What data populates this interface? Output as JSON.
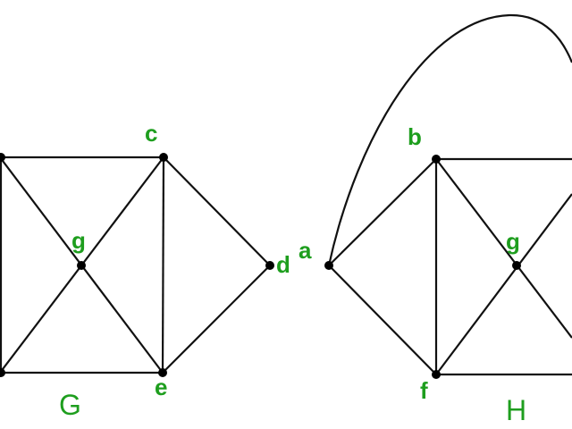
{
  "colors": {
    "label": "#1e9e1e",
    "edge": "#111111"
  },
  "graphs": [
    {
      "name": "G",
      "vertex_labels": {
        "c": "c",
        "g": "g",
        "d": "d",
        "e": "e"
      }
    },
    {
      "name": "H",
      "vertex_labels": {
        "a": "a",
        "b": "b",
        "g": "g",
        "f": "f"
      }
    }
  ]
}
